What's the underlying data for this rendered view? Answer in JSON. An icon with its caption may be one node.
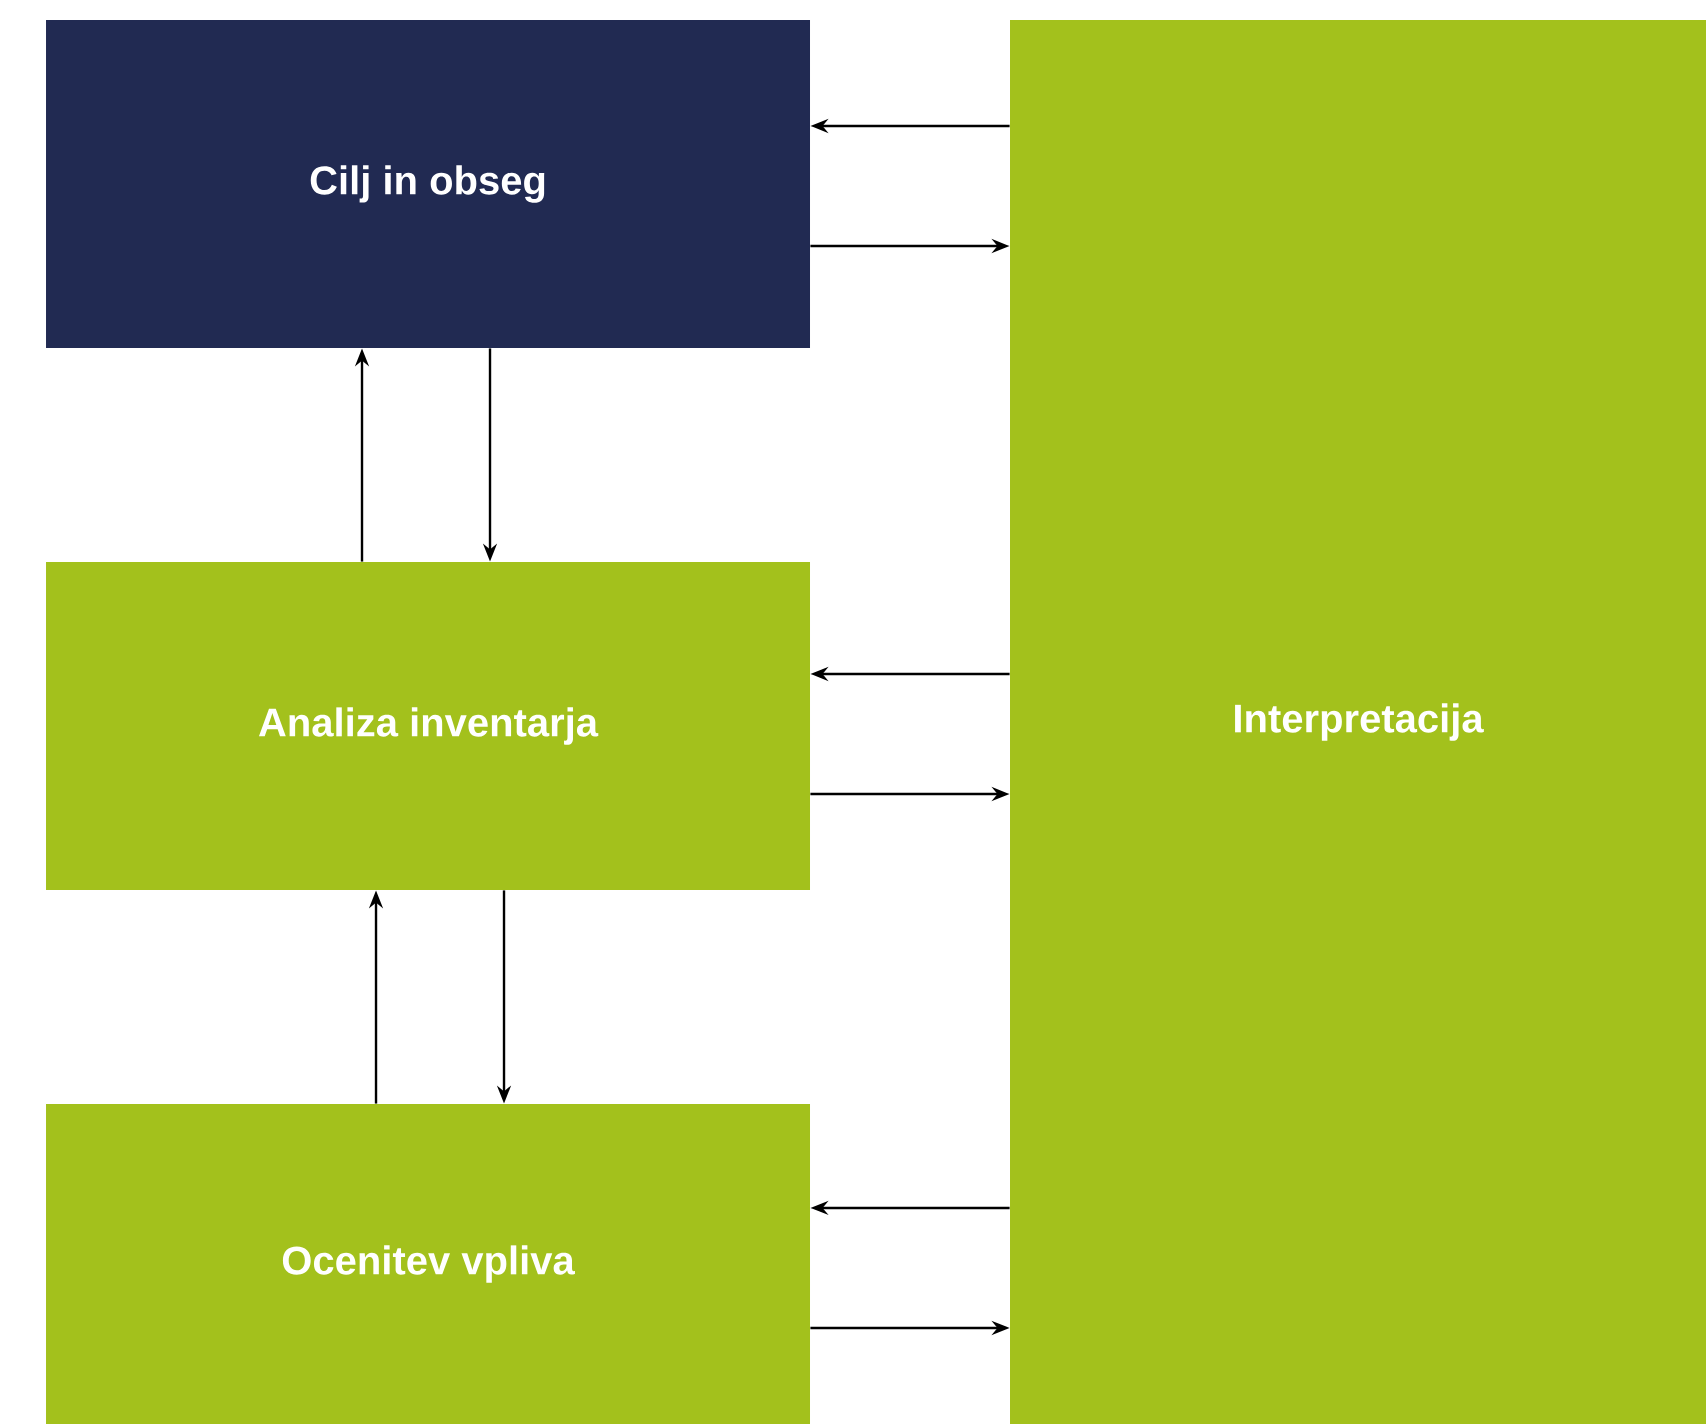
{
  "diagram": {
    "nodes": [
      {
        "text": [
          "Cilj in obseg"
        ]
      },
      {
        "text": [
          "Analiza inventarja"
        ]
      },
      {
        "text": [
          "Ocenitev vpliva"
        ]
      },
      {
        "text": [
          "Interpretacija"
        ]
      }
    ],
    "edges": [
      {
        "from": 3,
        "to": 0,
        "arrow": "to"
      },
      {
        "from": 0,
        "to": 3,
        "arrow": "to"
      },
      {
        "from": 1,
        "to": 0,
        "arrow": "to"
      },
      {
        "from": 0,
        "to": 1,
        "arrow": "to"
      },
      {
        "from": 3,
        "to": 1,
        "arrow": "to"
      },
      {
        "from": 1,
        "to": 3,
        "arrow": "to"
      },
      {
        "from": 2,
        "to": 1,
        "arrow": "to"
      },
      {
        "from": 1,
        "to": 2,
        "arrow": "to"
      },
      {
        "from": 3,
        "to": 2,
        "arrow": "to"
      },
      {
        "from": 2,
        "to": 3,
        "arrow": "to"
      }
    ]
  }
}
